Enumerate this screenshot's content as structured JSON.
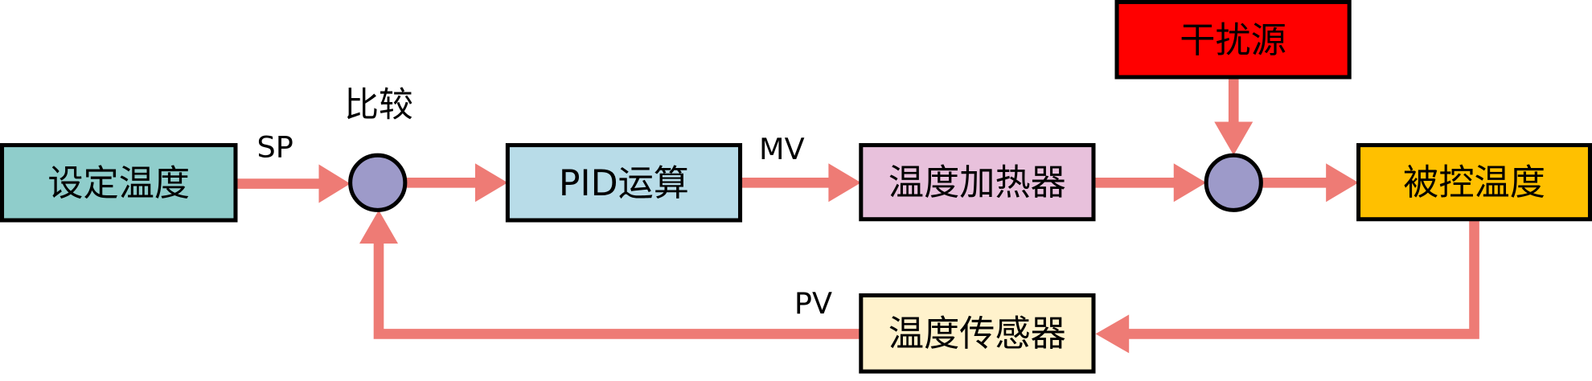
{
  "nodes": {
    "setpoint": {
      "label": "设定温度",
      "fill": "#8FCDCB"
    },
    "pid": {
      "label": "PID运算",
      "fill": "#B8DCE8"
    },
    "heater": {
      "label": "温度加热器",
      "fill": "#E8C1DC"
    },
    "disturbance": {
      "label": "干扰源",
      "fill": "#FF0000",
      "text_color": "#FFFFFF"
    },
    "controlled": {
      "label": "被控温度",
      "fill": "#FFC000"
    },
    "sensor": {
      "label": "温度传感器",
      "fill": "#FFF2CC"
    }
  },
  "comparator": {
    "label": "比较",
    "fill": "#9D9AC9"
  },
  "summing_junction": {
    "fill": "#9D9AC9"
  },
  "signals": {
    "sp": "SP",
    "mv": "MV",
    "pv": "PV"
  },
  "colors": {
    "arrow": "#EE7B75",
    "border": "#000000"
  }
}
